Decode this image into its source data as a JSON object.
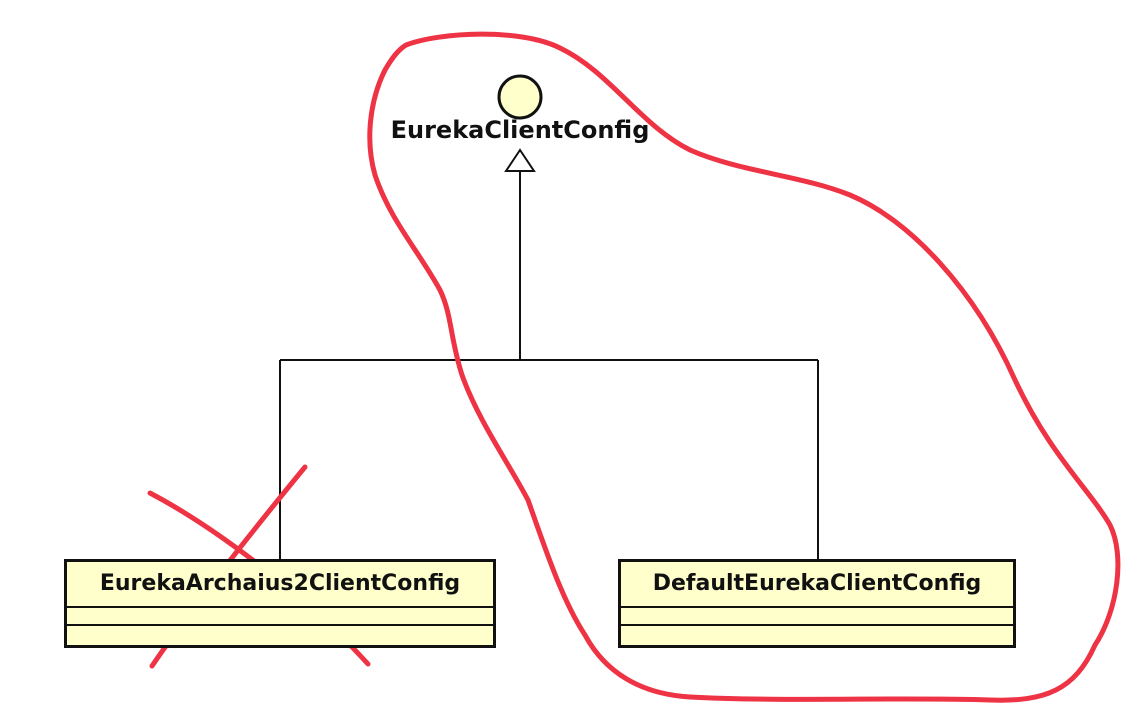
{
  "diagram": {
    "interface": {
      "name": "EurekaClientConfig",
      "fill_color": "#ffffcc"
    },
    "classes": [
      {
        "name": "EurekaArchaius2ClientConfig",
        "crossed_out": true
      },
      {
        "name": "DefaultEurekaClientConfig",
        "crossed_out": false
      }
    ],
    "relationship": "realization",
    "annotation": {
      "color": "#ee3344",
      "encircled": [
        "EurekaClientConfig",
        "DefaultEurekaClientConfig"
      ],
      "crossed_out": [
        "EurekaArchaius2ClientConfig"
      ]
    }
  }
}
